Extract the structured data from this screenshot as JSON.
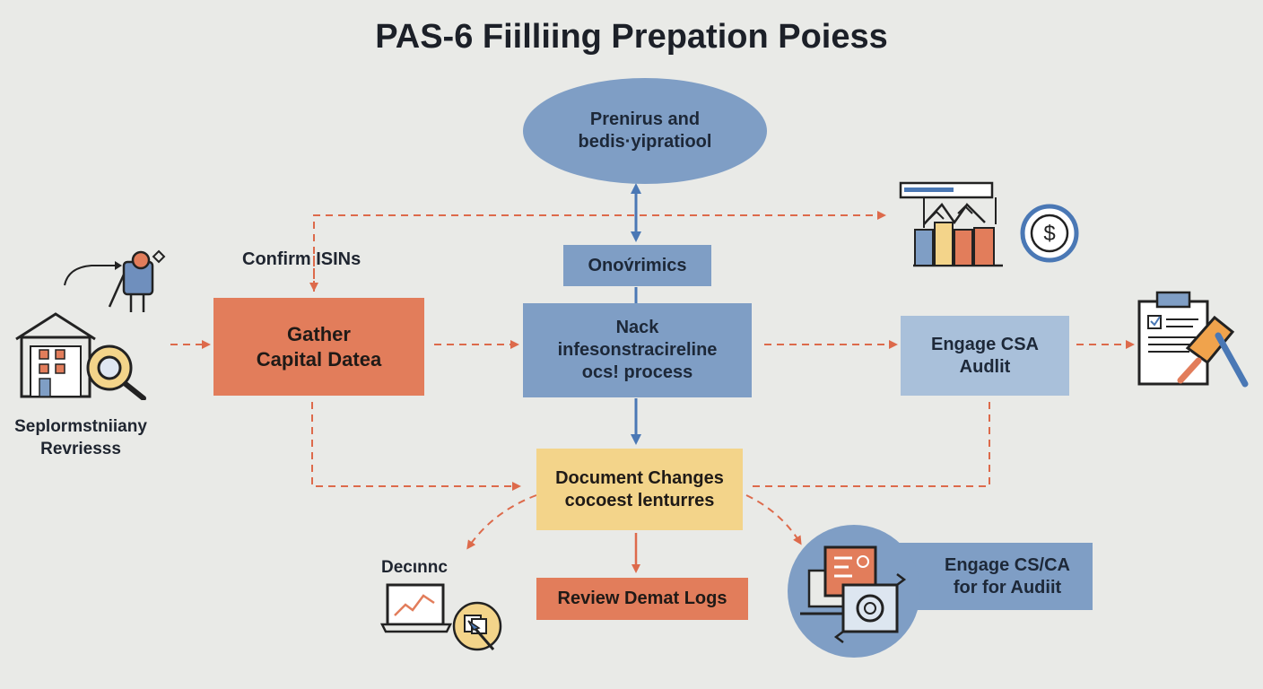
{
  "title": "PAS-6 Fiilliing Prepation Poiess",
  "nodes": {
    "top_oval": "Prenirus and\nbedis·yipratiool",
    "small_bar": "Onοv́rimics",
    "gather": "Gather\nCapital Datea",
    "nack": "Nack\ninfesonstracireline\nocs! process",
    "engage_csa": "Engage CSA\nAudlit",
    "document": "Document Changes\ncocoest lenturres",
    "review": "Review Demat Logs",
    "engage_csca": "Engage CS/CA\nfor for Audiit"
  },
  "labels": {
    "confirm": "Confirm ISINs",
    "left": "Seplormstniiany\nRevriesss",
    "decunc": "Decιnnc"
  },
  "colors": {
    "orange": "#e27d5b",
    "blue": "#7f9ec5",
    "light_blue": "#a9c0da",
    "yellow": "#f3d48a",
    "dashed": "#dd6a4b",
    "solid_arrow": "#4a78b5"
  },
  "icons": [
    "house-search-icon",
    "person-icon",
    "chart-dollar-icon",
    "clipboard-hammer-icon",
    "laptop-chart-icon",
    "document-camera-icon"
  ]
}
